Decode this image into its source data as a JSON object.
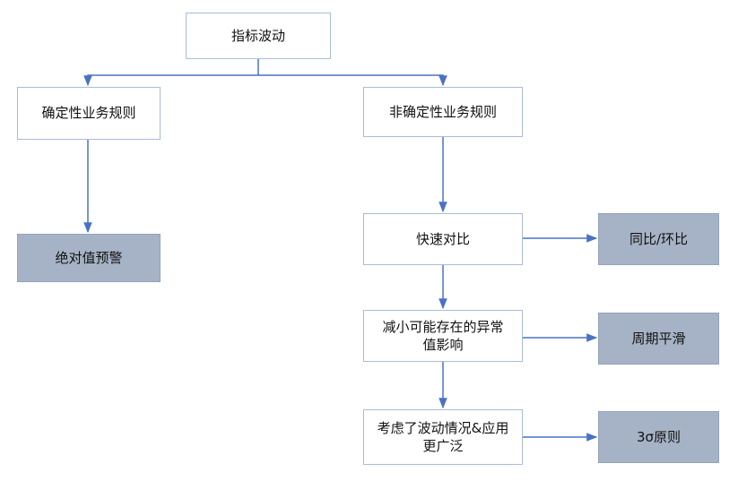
{
  "colors": {
    "box_fill": "#ffffff",
    "box_border": "#a9bcd6",
    "result_fill": "#a6b3c6",
    "connector": "#4a72c4",
    "text": "#111111"
  },
  "nodes": {
    "root": "指标波动",
    "deterministic": "确定性业务规则",
    "non_deterministic": "非确定性业务规则",
    "absolute_alert": "绝对值预警",
    "quick_compare": "快速对比",
    "yoy_mom": "同比/环比",
    "reduce_outliers": "减小可能存在的异常值影响",
    "period_smoothing": "周期平滑",
    "consider_fluctuation": "考虑了波动情况&应用更广泛",
    "three_sigma": "3σ原则"
  }
}
